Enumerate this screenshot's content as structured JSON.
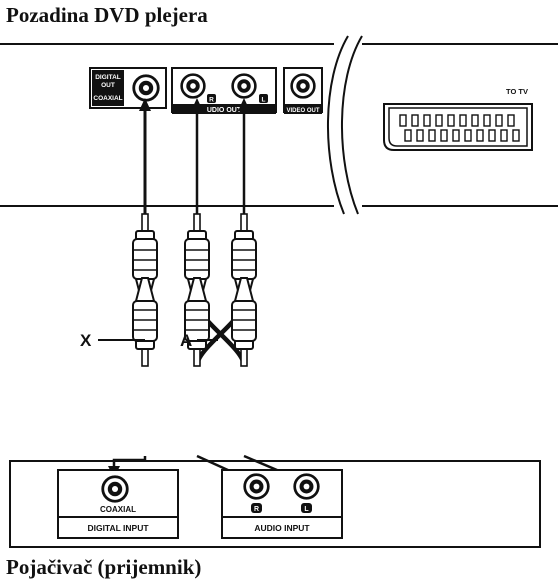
{
  "header": {
    "title": "Pozadina DVD plejera"
  },
  "footer": {
    "title": "Pojačivač (prijemnik)"
  },
  "dvd_player": {
    "digital_out": {
      "line1": "DIGITAL",
      "line2": "OUT",
      "line3": "COAXIAL"
    },
    "audio_out": {
      "label": "UDIO OUT",
      "right_mark": "R",
      "left_mark": "L"
    },
    "video_out": {
      "label": "VIDEO OUT"
    },
    "scart": {
      "label": "TO TV"
    }
  },
  "cables": {
    "coaxial_cable_label": "X",
    "audio_cable_label": "A"
  },
  "amplifier": {
    "digital_input": {
      "jack_label": "COAXIAL",
      "panel_label": "DIGITAL INPUT"
    },
    "audio_input": {
      "panel_label": "AUDIO INPUT",
      "right_mark": "R",
      "left_mark": "L"
    }
  },
  "colors": {
    "ink": "#111111",
    "panel_fill": "#ffffff",
    "dark_fill": "#111111"
  }
}
